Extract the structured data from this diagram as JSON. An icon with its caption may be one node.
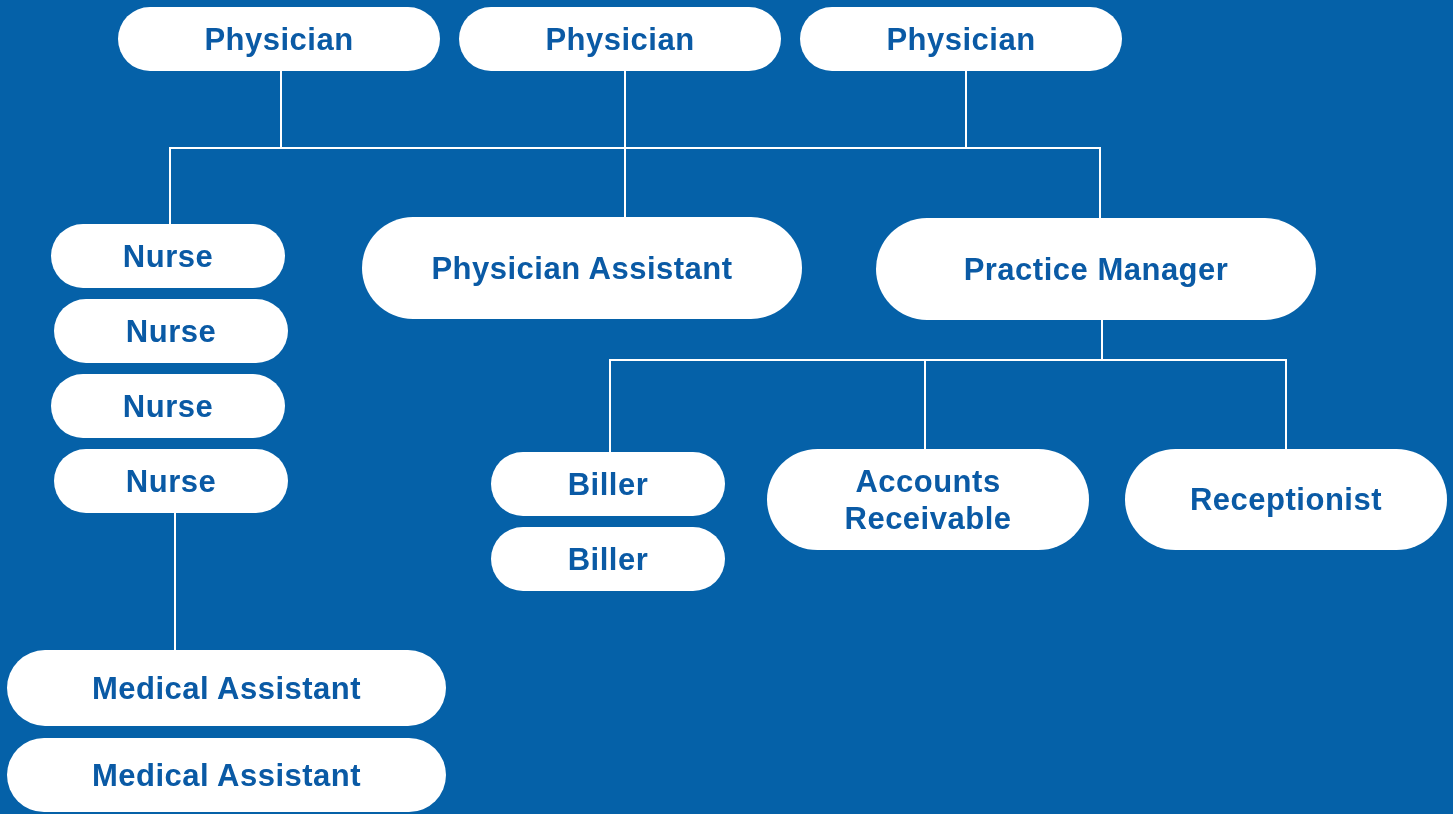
{
  "diagram": {
    "nodes": [
      {
        "text": [
          "Physician"
        ]
      },
      {
        "text": [
          "Physician"
        ]
      },
      {
        "text": [
          "Physician"
        ]
      },
      {
        "text": [
          "Nurse"
        ]
      },
      {
        "text": [
          "Nurse"
        ]
      },
      {
        "text": [
          "Nurse"
        ]
      },
      {
        "text": [
          "Nurse"
        ]
      },
      {
        "text": [
          "Physician Assistant"
        ]
      },
      {
        "text": [
          "Practice Manager"
        ]
      },
      {
        "text": [
          "Biller"
        ]
      },
      {
        "text": [
          "Biller"
        ]
      },
      {
        "text": [
          "Accounts Receivable"
        ]
      },
      {
        "text": [
          "Receptionist"
        ]
      },
      {
        "text": [
          "Medical Assistant"
        ]
      },
      {
        "text": [
          "Medical Assistant"
        ]
      }
    ],
    "edges": [
      {
        "from": 0,
        "to": 3,
        "arrow": "none"
      },
      {
        "from": 0,
        "to": 7,
        "arrow": "none"
      },
      {
        "from": 0,
        "to": 8,
        "arrow": "none"
      },
      {
        "from": 1,
        "to": 3,
        "arrow": "none"
      },
      {
        "from": 1,
        "to": 7,
        "arrow": "none"
      },
      {
        "from": 1,
        "to": 8,
        "arrow": "none"
      },
      {
        "from": 2,
        "to": 3,
        "arrow": "none"
      },
      {
        "from": 2,
        "to": 7,
        "arrow": "none"
      },
      {
        "from": 2,
        "to": 8,
        "arrow": "none"
      },
      {
        "from": 6,
        "to": 13,
        "arrow": "none"
      },
      {
        "from": 8,
        "to": 9,
        "arrow": "none"
      },
      {
        "from": 8,
        "to": 11,
        "arrow": "none"
      },
      {
        "from": 8,
        "to": 12,
        "arrow": "none"
      }
    ]
  }
}
